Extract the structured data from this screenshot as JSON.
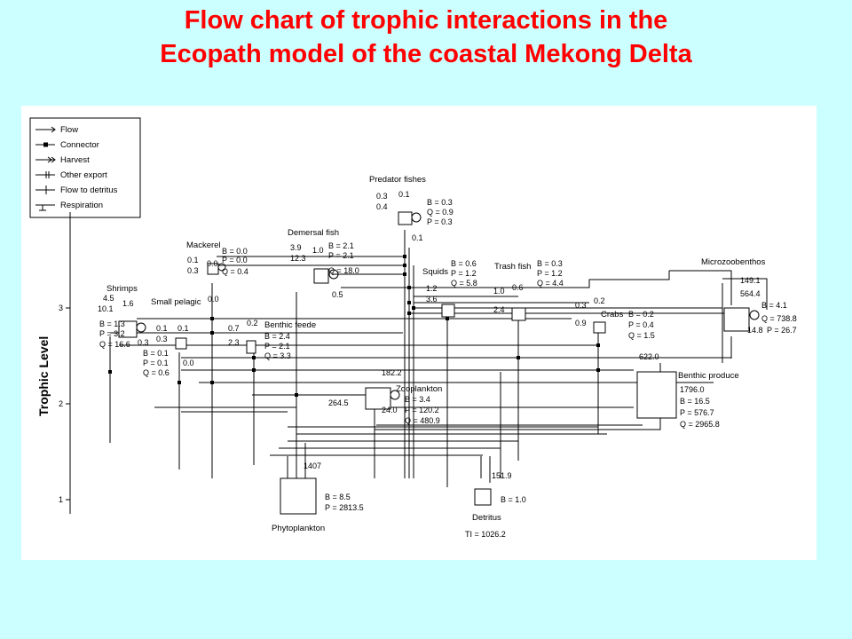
{
  "title_line1": "Flow chart of trophic interactions in the",
  "title_line2": "Ecopath model of the coastal Mekong Delta",
  "legend": [
    "Flow",
    "Connector",
    "Harvest",
    "Other export",
    "Flow to detritus",
    "Respiration"
  ],
  "axis": {
    "label": "Trophic Level",
    "ticks": [
      "3",
      "2",
      "1"
    ]
  },
  "colors": {
    "title": "#ff0000",
    "background": "#ccffff",
    "panel": "#ffffff",
    "lines": "#000000"
  },
  "groups": [
    {
      "name": "Predator fishes",
      "lines": [
        "B = 0.3",
        "Q = 0.9",
        "P = 0.3"
      ],
      "side": [
        "0.3",
        "0.4"
      ],
      "top": "0.1",
      "below": "0.1"
    },
    {
      "name": "Demersal fish",
      "lines": [
        "B = 2.1",
        "P = 2.1",
        "Q = 18.0"
      ],
      "side": [
        "3.9",
        "12.3"
      ],
      "top": "1.0",
      "below": "0.5"
    },
    {
      "name": "Mackerel",
      "lines": [
        "B = 0.0",
        "P = 0.0",
        "Q = 0.4"
      ],
      "side": [
        "0.1",
        "0.3"
      ],
      "top": "0.0",
      "below": "0.0"
    },
    {
      "name": "Shrimps",
      "lines": [
        "B = 1.3",
        "P = 3.2",
        "Q = 16.6"
      ],
      "side": [
        "4.5",
        "10.1"
      ],
      "top": "1.6",
      "below": "0.3"
    },
    {
      "name": "Small pelagic",
      "lines": [
        "B = 0.1",
        "P = 0.1",
        "Q = 0.6"
      ],
      "side": [
        "0.1",
        "0.3"
      ],
      "top": "0.1",
      "below": "0.0"
    },
    {
      "name": "Benthic feede",
      "lines": [
        "B = 2.4",
        "P = 2.1",
        "Q = 3.3"
      ],
      "side": [
        "0.7",
        "2.3"
      ],
      "top": "0.2",
      "below": ""
    },
    {
      "name": "Squids",
      "lines": [
        "B = 0.6",
        "P = 1.2",
        "Q = 5.8"
      ],
      "side": [
        "1.2",
        "3.6"
      ],
      "top": "",
      "below": ""
    },
    {
      "name": "Trash fish",
      "lines": [
        "B = 0.3",
        "P = 1.2",
        "Q = 4.4"
      ],
      "side": [
        "1.0",
        "2.4"
      ],
      "top": "0.6",
      "below": ""
    },
    {
      "name": "Crabs",
      "lines": [
        "B = 0.2",
        "P = 0.4",
        "Q = 1.5"
      ],
      "side": [
        "0.3",
        "0.9"
      ],
      "top": "0.2",
      "below": ""
    },
    {
      "name": "Microzoobenthos",
      "lines": [
        "B = 4.1",
        "Q = 738.8",
        "P = 26.7"
      ],
      "side": [
        "149.1",
        "564.4"
      ],
      "top": "",
      "below": "14.8"
    },
    {
      "name": "Zooplankton",
      "lines": [
        "B = 3.4",
        "P = 120.2",
        "Q = 480.9"
      ],
      "side": [
        "264.5",
        "24.0"
      ],
      "top": "182.2",
      "below": ""
    },
    {
      "name": "Benthic produce",
      "lines": [
        "1796.0",
        "B = 16.5",
        "P = 576.7",
        "Q = 2965.8"
      ],
      "side": [
        "622.0"
      ],
      "top": "",
      "below": ""
    },
    {
      "name": "Phytoplankton",
      "lines": [
        "B = 8.5",
        "P = 2813.5"
      ],
      "side": [
        "1407"
      ],
      "top": "",
      "below": ""
    },
    {
      "name": "Detritus",
      "lines": [
        "B = 1.0",
        "TI = 1026.2"
      ],
      "side": [
        "151.9"
      ],
      "top": "",
      "below": ""
    }
  ]
}
